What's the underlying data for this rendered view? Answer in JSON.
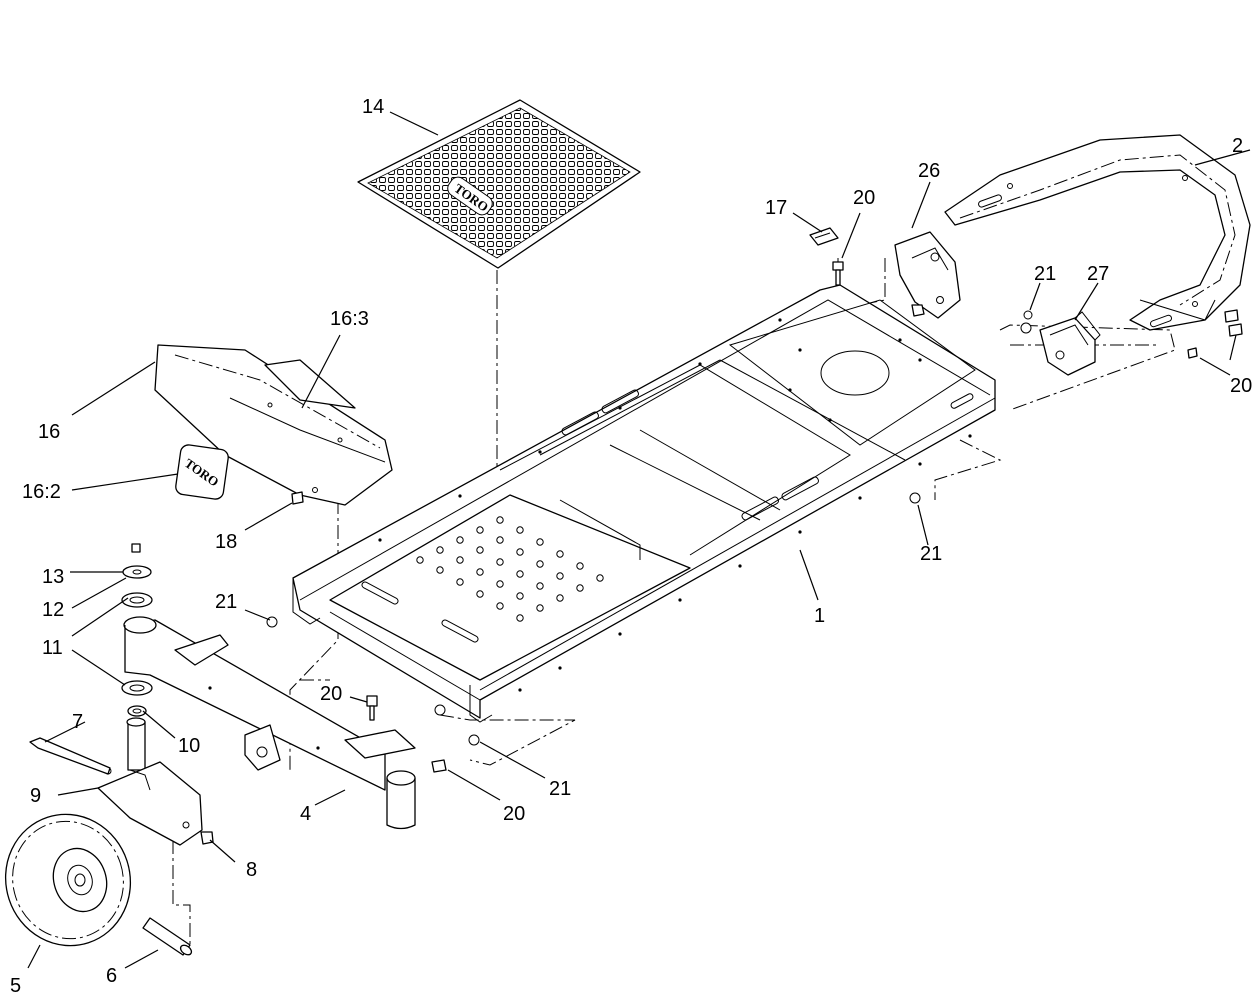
{
  "diagram": {
    "logo_text": "TORO",
    "callouts": [
      {
        "id": "c14",
        "label": "14"
      },
      {
        "id": "c2",
        "label": "2"
      },
      {
        "id": "c26",
        "label": "26"
      },
      {
        "id": "c17",
        "label": "17"
      },
      {
        "id": "c20a",
        "label": "20"
      },
      {
        "id": "c21a",
        "label": "21"
      },
      {
        "id": "c27",
        "label": "27"
      },
      {
        "id": "c20b",
        "label": "20"
      },
      {
        "id": "c16_3",
        "label": "16:3"
      },
      {
        "id": "c16",
        "label": "16"
      },
      {
        "id": "c16_2",
        "label": "16:2"
      },
      {
        "id": "c18",
        "label": "18"
      },
      {
        "id": "c21b",
        "label": "21"
      },
      {
        "id": "c13",
        "label": "13"
      },
      {
        "id": "c12",
        "label": "12"
      },
      {
        "id": "c11",
        "label": "11"
      },
      {
        "id": "c21c",
        "label": "21"
      },
      {
        "id": "c1",
        "label": "1"
      },
      {
        "id": "c20c",
        "label": "20"
      },
      {
        "id": "c7",
        "label": "7"
      },
      {
        "id": "c10",
        "label": "10"
      },
      {
        "id": "c9",
        "label": "9"
      },
      {
        "id": "c21d",
        "label": "21"
      },
      {
        "id": "c4",
        "label": "4"
      },
      {
        "id": "c20d",
        "label": "20"
      },
      {
        "id": "c8",
        "label": "8"
      },
      {
        "id": "c5",
        "label": "5"
      },
      {
        "id": "c6",
        "label": "6"
      }
    ]
  }
}
